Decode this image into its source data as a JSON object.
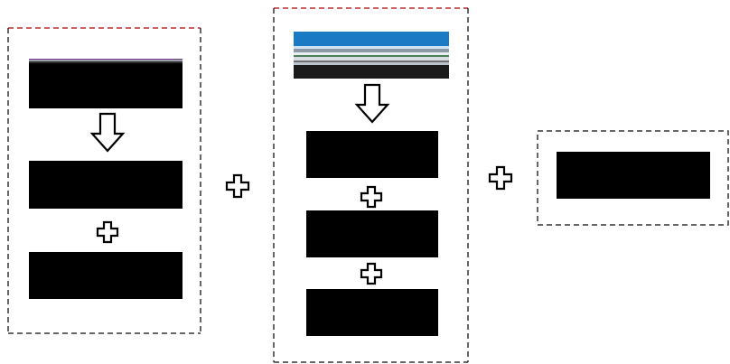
{
  "colors": {
    "background": "#ffffff",
    "block": "#000000",
    "dashed_border_dark": "#333333",
    "dashed_border_red": "#c0282d",
    "arrow_stroke": "#000000",
    "thumb_sky": "#1a7ac4",
    "thumb_mid": "#e9eef2",
    "thumb_dark": "#1b1b1b"
  },
  "icons": {
    "down_arrow": "down-arrow-icon",
    "plus": "plus-icon"
  },
  "groups": [
    {
      "id": "group-1",
      "top_border": "dashed_border_red",
      "other_border": "dashed_border_dark",
      "blocks": 3,
      "has_thumbnail_strip": true
    },
    {
      "id": "group-2",
      "top_border": "dashed_border_red",
      "other_border": "dashed_border_dark",
      "blocks": 3,
      "has_thumbnail": true
    },
    {
      "id": "group-3",
      "top_border": "dashed_border_dark",
      "other_border": "dashed_border_dark",
      "blocks": 1,
      "has_thumbnail": false
    }
  ]
}
